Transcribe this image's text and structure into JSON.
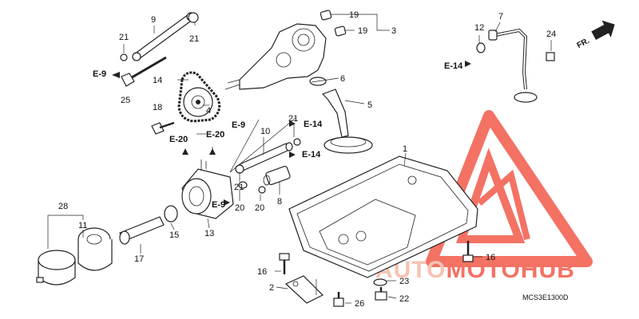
{
  "diagram_code": "MCS3E1300D",
  "direction_label": "FR.",
  "watermark": {
    "auto": "AUTO",
    "moto": "MOTO",
    "hub": "HUB",
    "color_main": "#f15a4a",
    "color_alt": "#f6b8a4"
  },
  "callouts": {
    "p1": "1",
    "p2": "2",
    "p3": "3",
    "p4": "4",
    "p5": "5",
    "p6": "6",
    "p7": "7",
    "p8": "8",
    "p9": "9",
    "p10": "10",
    "p11": "11",
    "p12": "12",
    "p13": "13",
    "p14": "14",
    "p15": "15",
    "p16a": "16",
    "p16b": "16",
    "p17": "17",
    "p18": "18",
    "p19a": "19",
    "p19b": "19",
    "p20a": "20",
    "p20b": "20",
    "p21a": "21",
    "p21b": "21",
    "p21c": "21",
    "p21d": "21",
    "p22": "22",
    "p23": "23",
    "p24": "24",
    "p25": "25",
    "p26": "26",
    "p28": "28"
  },
  "refs": {
    "e9a": "E-9",
    "e9b": "E-9",
    "e9c": "E-9",
    "e14a": "E-14",
    "e14b": "E-14",
    "e14c": "E-14",
    "e20a": "E-20",
    "e20b": "E-20"
  }
}
